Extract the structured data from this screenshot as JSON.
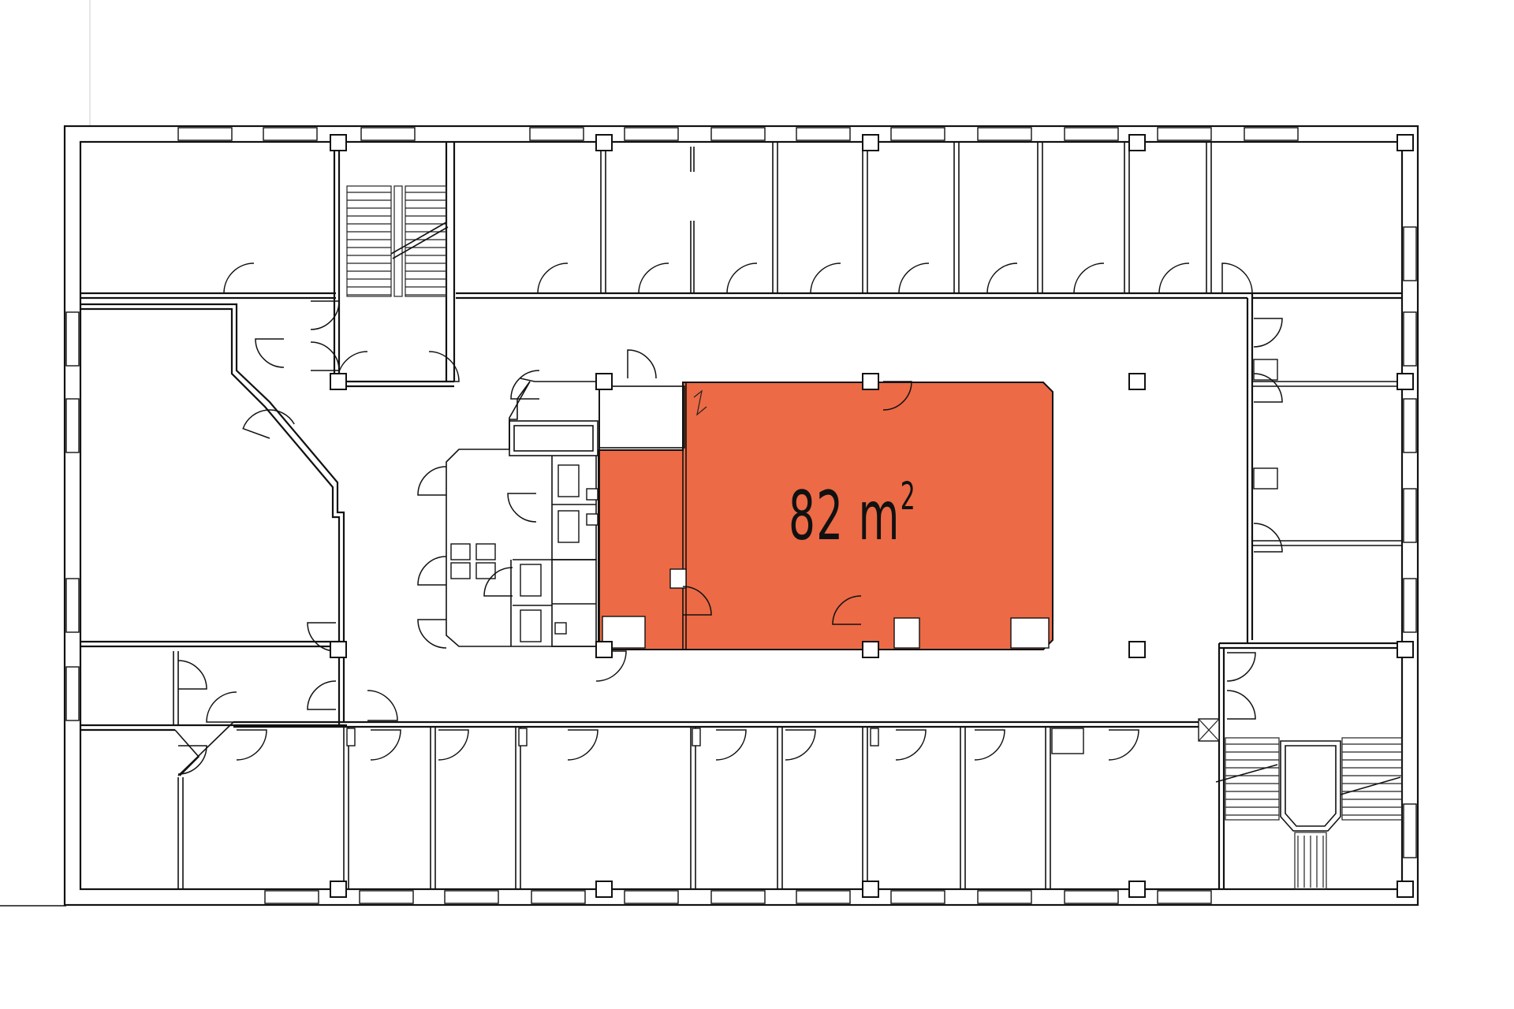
{
  "plan": {
    "highlight_color": "#ec6a45",
    "wall_color": "#111111",
    "background": "#ffffff"
  },
  "unit": {
    "area_value": "82",
    "area_unit": "m",
    "area_exponent": "2"
  }
}
